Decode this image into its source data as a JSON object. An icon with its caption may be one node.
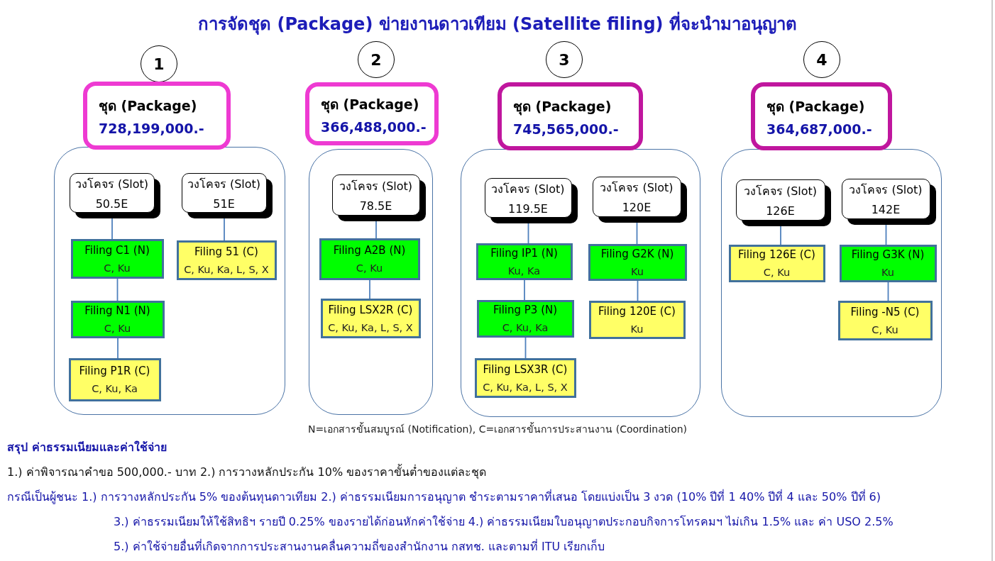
{
  "diagram": {
    "title": "การจัดชุด (Package) ข่ายงานดาวเทียม (Satellite filing) ที่จะนำมาอนุญาต",
    "nodes": [
      {
        "text": [
          "1"
        ]
      },
      {
        "text": [
          "ชุด (Package)",
          "728,199,000.-"
        ]
      },
      {
        "text": [],
        "shape": "box"
      },
      {
        "text": [
          "วงโคจร (Slot)",
          "50.5E"
        ],
        "in": 2
      },
      {
        "text": [
          "วงโคจร (Slot)",
          "51E"
        ],
        "in": 2
      },
      {
        "text": [
          "Filing C1 (N)",
          "C, Ku"
        ],
        "in": 2
      },
      {
        "text": [
          "Filing 51 (C)",
          "C, Ku, Ka, L, S, X"
        ],
        "in": 2
      },
      {
        "text": [
          "Filing N1 (N)",
          "C, Ku"
        ],
        "in": 2
      },
      {
        "text": [
          "Filing P1R (C)",
          "C, Ku, Ka"
        ],
        "in": 2
      },
      {
        "text": [
          "2"
        ]
      },
      {
        "text": [
          "ชุด (Package)",
          "366,488,000.-"
        ]
      },
      {
        "text": [],
        "shape": "box"
      },
      {
        "text": [
          "วงโคจร (Slot)",
          "78.5E"
        ],
        "in": 11
      },
      {
        "text": [
          "Filing A2B (N)",
          "C, Ku"
        ],
        "in": 11
      },
      {
        "text": [
          "Filing LSX2R (C)",
          "C, Ku, Ka, L, S, X"
        ],
        "in": 11
      },
      {
        "text": [
          "3"
        ]
      },
      {
        "text": [
          "ชุด (Package)",
          "745,565,000.-"
        ]
      },
      {
        "text": [],
        "shape": "box"
      },
      {
        "text": [
          "วงโคจร (Slot)",
          "119.5E"
        ],
        "in": 17
      },
      {
        "text": [
          "วงโคจร (Slot)",
          "120E"
        ],
        "in": 17
      },
      {
        "text": [
          "Filing IP1 (N)",
          "Ku, Ka"
        ],
        "in": 17
      },
      {
        "text": [
          "Filing G2K (N)",
          "Ku"
        ],
        "in": 17
      },
      {
        "text": [
          "Filing P3 (N)",
          "C, Ku, Ka"
        ],
        "in": 17
      },
      {
        "text": [
          "Filing 120E (C)",
          "Ku"
        ],
        "in": 17
      },
      {
        "text": [
          "Filing LSX3R (C)",
          "C, Ku, Ka, L, S, X"
        ],
        "in": 17
      },
      {
        "text": [
          "4"
        ]
      },
      {
        "text": [
          "ชุด (Package)",
          "364,687,000.-"
        ]
      },
      {
        "text": [],
        "shape": "box"
      },
      {
        "text": [
          "วงโคจร (Slot)",
          "126E"
        ],
        "in": 27
      },
      {
        "text": [
          "วงโคจร (Slot)",
          "142E"
        ],
        "in": 27
      },
      {
        "text": [
          "Filing 126E (C)",
          "C, Ku"
        ],
        "in": 27
      },
      {
        "text": [
          "Filing G3K (N)",
          "Ku"
        ],
        "in": 27
      },
      {
        "text": [
          "Filing -N5 (C)",
          "C, Ku"
        ],
        "in": 27
      }
    ],
    "edges": [
      {
        "from": 3,
        "to": 5,
        "arrow": "none"
      },
      {
        "from": 5,
        "to": 7,
        "arrow": "none"
      },
      {
        "from": 7,
        "to": 8,
        "arrow": "none"
      },
      {
        "from": 4,
        "to": 6,
        "arrow": "none"
      },
      {
        "from": 12,
        "to": 13,
        "arrow": "none"
      },
      {
        "from": 13,
        "to": 14,
        "arrow": "none"
      },
      {
        "from": 18,
        "to": 20,
        "arrow": "none"
      },
      {
        "from": 20,
        "to": 22,
        "arrow": "none"
      },
      {
        "from": 22,
        "to": 24,
        "arrow": "none"
      },
      {
        "from": 19,
        "to": 21,
        "arrow": "none"
      },
      {
        "from": 21,
        "to": 23,
        "arrow": "none"
      },
      {
        "from": 28,
        "to": 30,
        "arrow": "none"
      },
      {
        "from": 29,
        "to": 31,
        "arrow": "none"
      },
      {
        "from": 31,
        "to": 32,
        "arrow": "none"
      }
    ],
    "labels": [
      "N=เอกสารขั้นสมบูรณ์ (Notification), C=เอกสารขั้นการประสานงาน (Coordination)",
      "สรุป ค่าธรรมเนียมและค่าใช้จ่าย",
      "1.) ค่าพิจารณาคำขอ 500,000.- บาท 2.) การวางหลักประกัน 10% ของราคาขั้นต่ำของแต่ละชุด",
      "กรณีเป็นผู้ชนะ 1.) การวางหลักประกัน 5% ของต้นทุนดาวเทียม 2.) ค่าธรรมเนียมการอนุญาต ชำระตามราคาที่เสนอ โดยแบ่งเป็น 3 งวด (10% ปีที่ 1 40% ปีที่ 4 และ 50% ปีที่ 6)",
      "3.) ค่าธรรมเนียมให้ใช้สิทธิฯ รายปี 0.25% ของรายได้ก่อนหักค่าใช้จ่าย 4.) ค่าธรรมเนียมใบอนุญาตประกอบกิจการโทรคมฯ ไม่เกิน 1.5% และ ค่า USO 2.5%",
      "5.) ค่าใช้จ่ายอื่นที่เกิดจากการประสานงานคลื่นความถี่ของสำนักงาน กสทช. และตามที่ ITU เรียกเก็บ"
    ]
  }
}
